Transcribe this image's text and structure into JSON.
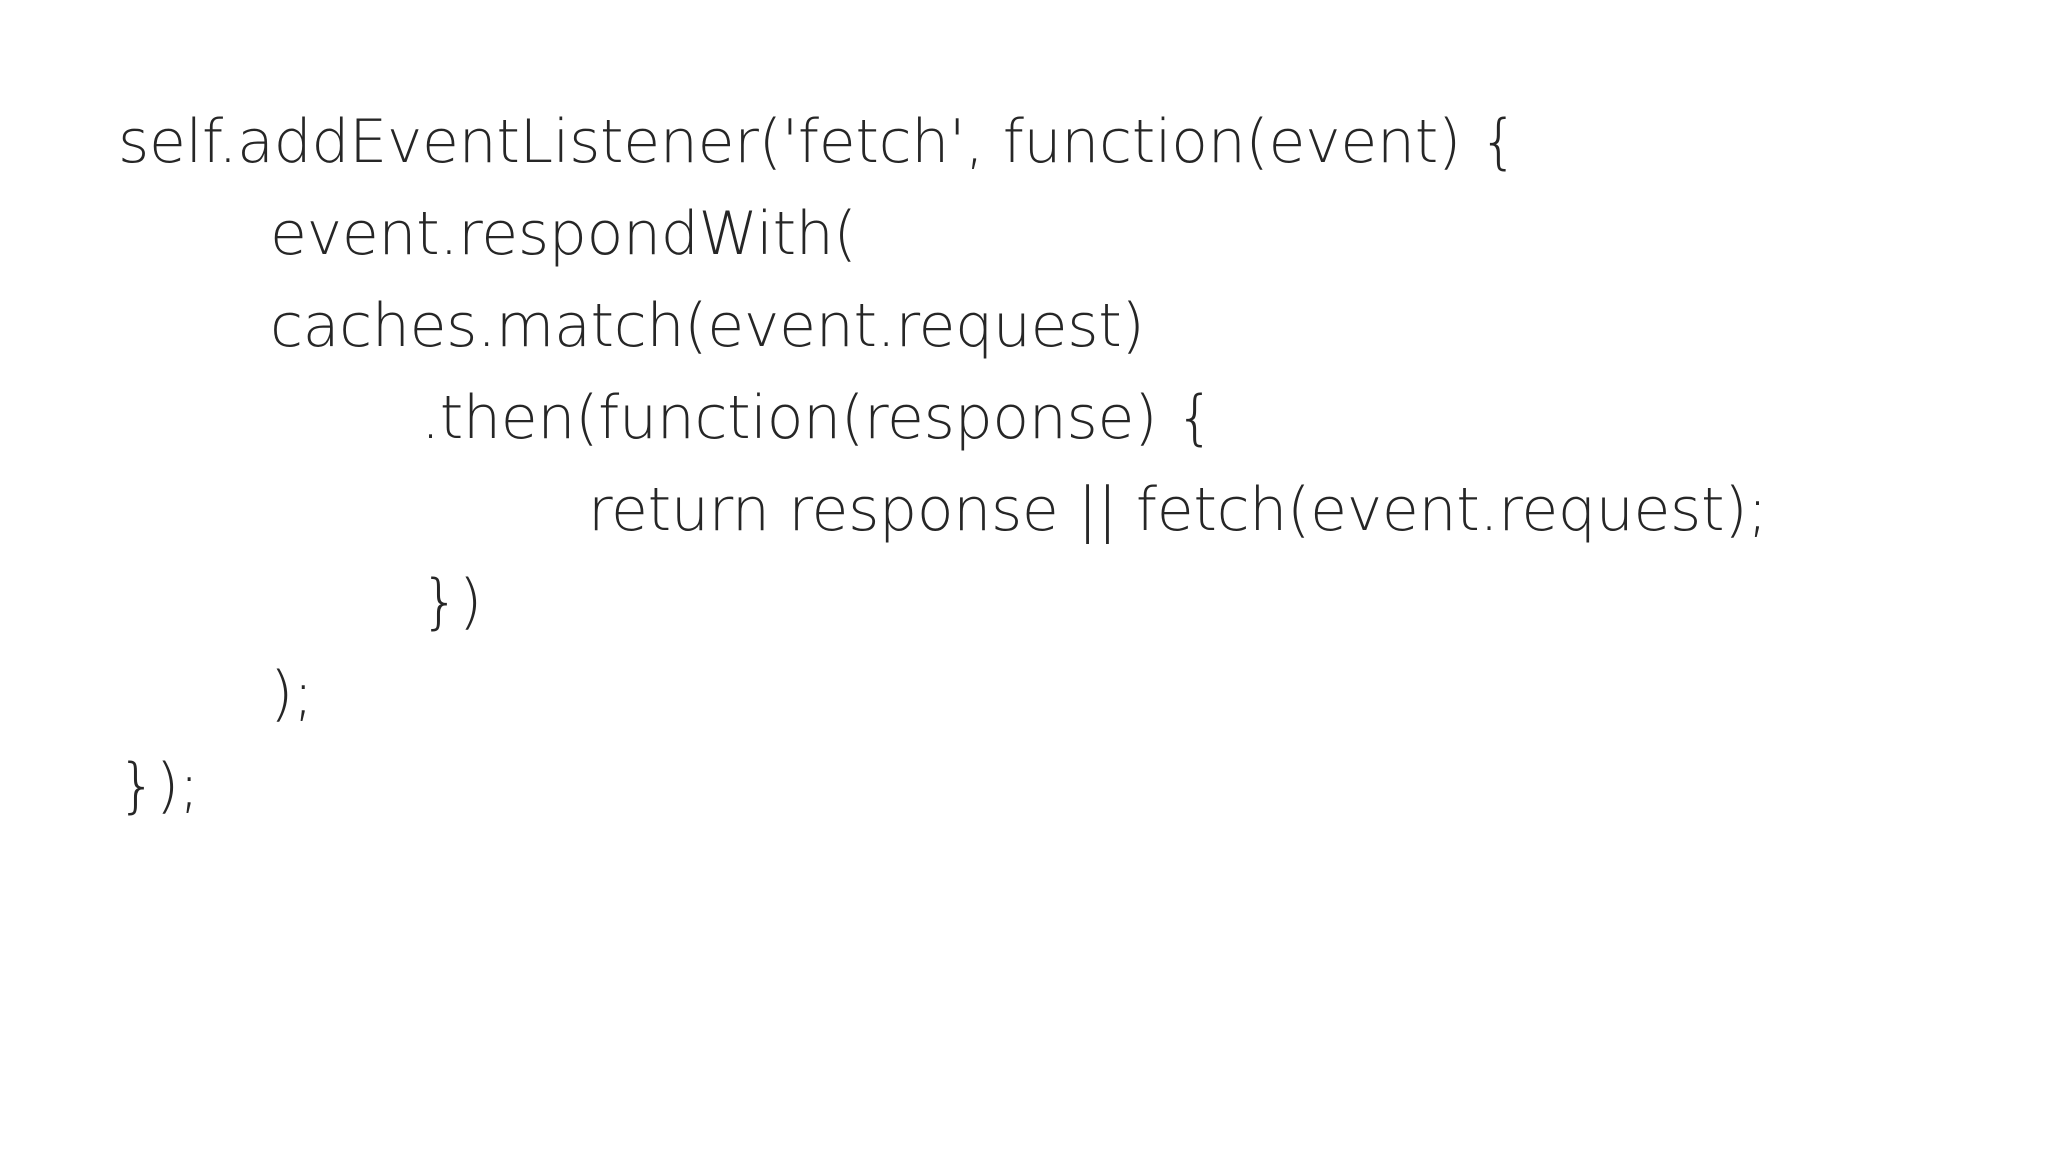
{
  "slide": {
    "background_color": "#ffffff",
    "text_color": "#262626",
    "language": "javascript",
    "code_lines": [
      {
        "text": "self.addEventListener('fetch', function(event) {",
        "indent": 0
      },
      {
        "text": "event.respondWith(",
        "indent": 1
      },
      {
        "text": "caches.match(event.request)",
        "indent": 1
      },
      {
        "text": ".then(function(response) {",
        "indent": 2
      },
      {
        "text": "return response || fetch(event.request);",
        "indent": 3
      },
      {
        "text": "})",
        "indent": 2
      },
      {
        "text": ");",
        "indent": 1
      },
      {
        "text": "});",
        "indent": 0
      }
    ]
  }
}
